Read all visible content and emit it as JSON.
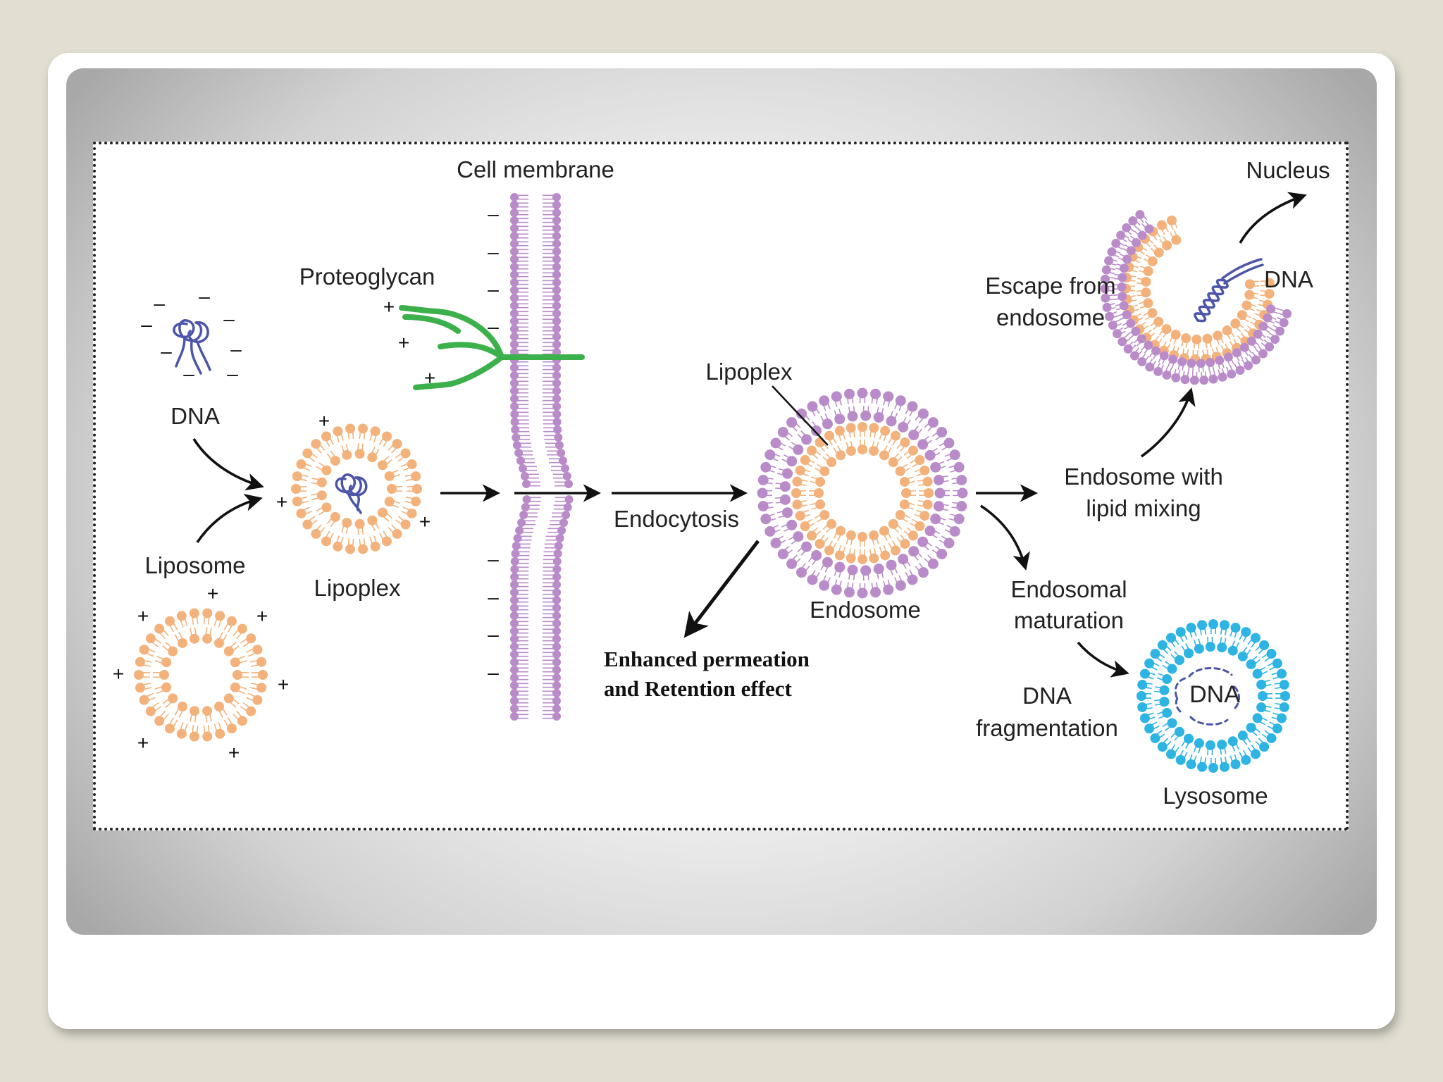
{
  "labels": {
    "cell_membrane": "Cell membrane",
    "nucleus": "Nucleus",
    "proteoglycan": "Proteoglycan",
    "dna_free": "DNA",
    "liposome": "Liposome",
    "lipoplex_left": "Lipoplex",
    "lipoplex_pointer": "Lipoplex",
    "endocytosis": "Endocytosis",
    "endosome": "Endosome",
    "escape_line1": "Escape from",
    "escape_line2": "endosome",
    "dna_escaped": "DNA",
    "endosome_mixing_line1": "Endosome with",
    "endosome_mixing_line2": "lipid mixing",
    "maturation_line1": "Endosomal",
    "maturation_line2": "maturation",
    "fragmentation_line1": "DNA",
    "fragmentation_line2": "fragmentation",
    "dna_lysosome": "DNA",
    "lysosome": "Lysosome",
    "epr_line1": "Enhanced permeation",
    "epr_line2": "and Retention effect"
  },
  "charges": {
    "negative": "–",
    "positive": "+"
  },
  "colors": {
    "lipid_orange": "#f3b27b",
    "lipid_purple": "#b98cc9",
    "lysosome_blue": "#2db4e3",
    "proteoglycan_green": "#3cb04a",
    "dna_blue": "#4c55a8",
    "arrow": "#111111"
  }
}
